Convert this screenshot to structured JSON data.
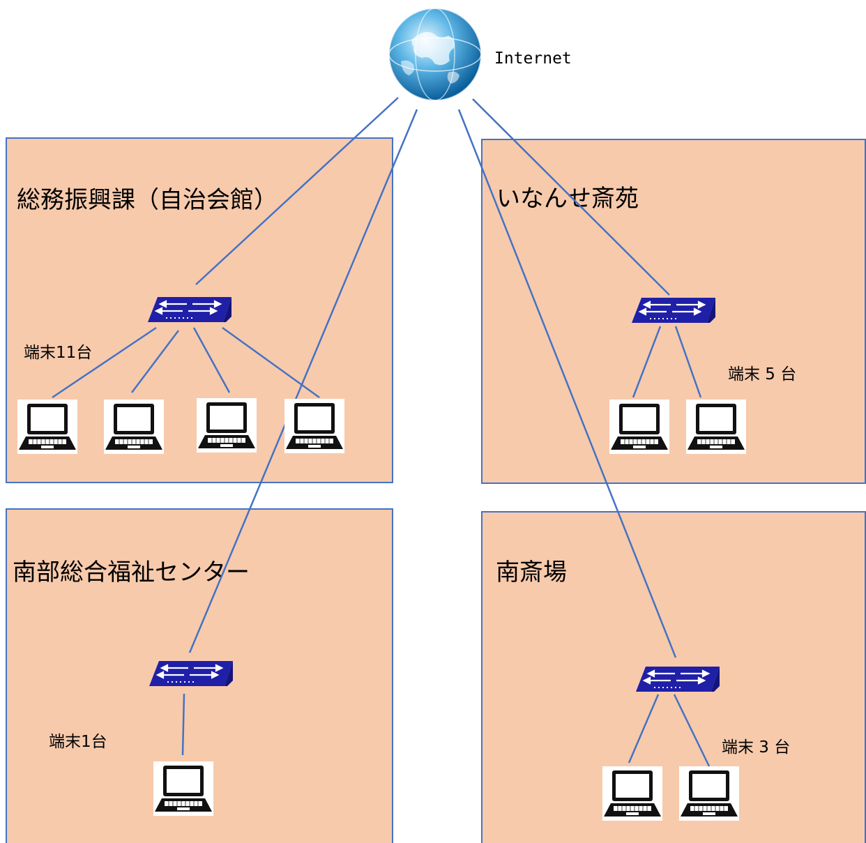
{
  "internet": {
    "label": "Internet",
    "icon": "globe-icon"
  },
  "zones": [
    {
      "name": "総務振興課（自治会館）",
      "count": "端末11台"
    },
    {
      "name": "いなんせ斎苑",
      "count": "端末 5 台"
    },
    {
      "name": "南部総合福祉センター",
      "count": "端末1台"
    },
    {
      "name": "南斎場",
      "count": "端末 3 台"
    }
  ],
  "colors": {
    "zone_fill": "#f7caac",
    "zone_border": "#4472c4",
    "link": "#4472c4",
    "switch": "#1f1fa8"
  }
}
